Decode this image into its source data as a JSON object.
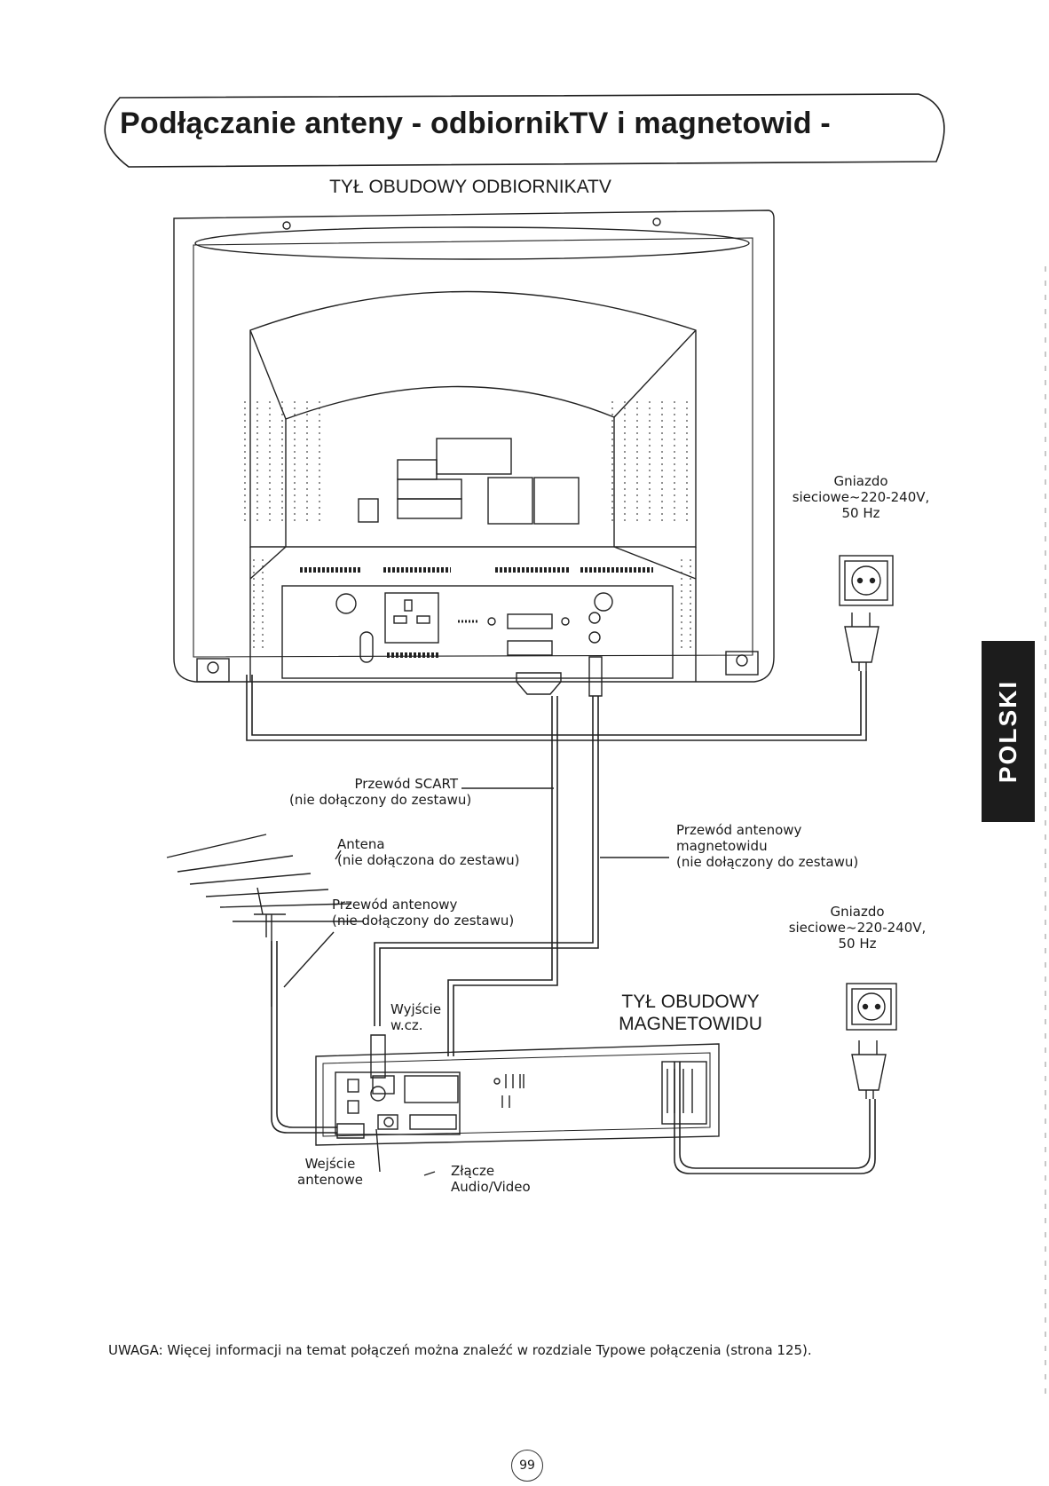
{
  "title": "Podłączanie anteny - odbiornikTV i magnetowid -",
  "tv_rear_heading": "TYŁ OBUDOWY ODBIORNIKATV",
  "vcr_rear_heading": [
    "TYŁ OBUDOWY",
    "MAGNETOWIDU"
  ],
  "labels": {
    "tv_mains": [
      "Gniazdo",
      "sieciowe~220-240V,",
      "50 Hz"
    ],
    "vcr_mains": [
      "Gniazdo",
      "sieciowe~220-240V,",
      "50 Hz"
    ],
    "scart_cable": [
      "Przewód SCART",
      "(nie dołączony do zestawu)"
    ],
    "antenna": [
      "Antena",
      "(nie dołączona do zestawu)"
    ],
    "antenna_cable": [
      "Przewód antenowy",
      "(nie dołączony do zestawu)"
    ],
    "vcr_antenna_cable": [
      "Przewód antenowy",
      "magnetowidu",
      "(nie dołączony do zestawu)"
    ],
    "rf_out": [
      "Wyjście",
      "w.cz."
    ],
    "antenna_in": [
      "Wejście",
      "antenowe"
    ],
    "av_socket": [
      "Złącze",
      "Audio/Video"
    ]
  },
  "side_tab": "POLSKI",
  "note": "UWAGA: Więcej informacji na temat połączeń można znaleźć w rozdziale Typowe połączenia (strona 125).",
  "page_number": "99"
}
